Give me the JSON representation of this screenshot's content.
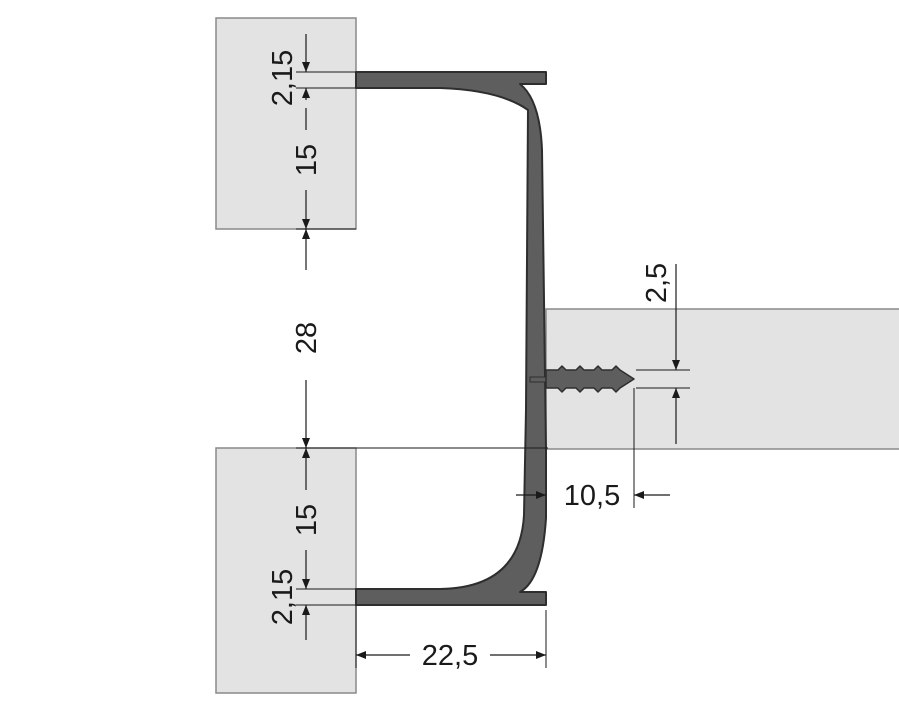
{
  "colors": {
    "panel_fill": "#e3e3e3",
    "panel_stroke": "#8a8a8a",
    "profile_fill": "#5e5e5e",
    "profile_stroke": "#2e2e2e",
    "line": "#1a1a1a"
  },
  "dimensions": {
    "top_edge": "2,15",
    "top_depth": "15",
    "gap": "28",
    "bottom_depth": "15",
    "bottom_edge": "2,15",
    "width": "22,5",
    "screw_thickness": "2,5",
    "screw_depth": "10,5"
  }
}
